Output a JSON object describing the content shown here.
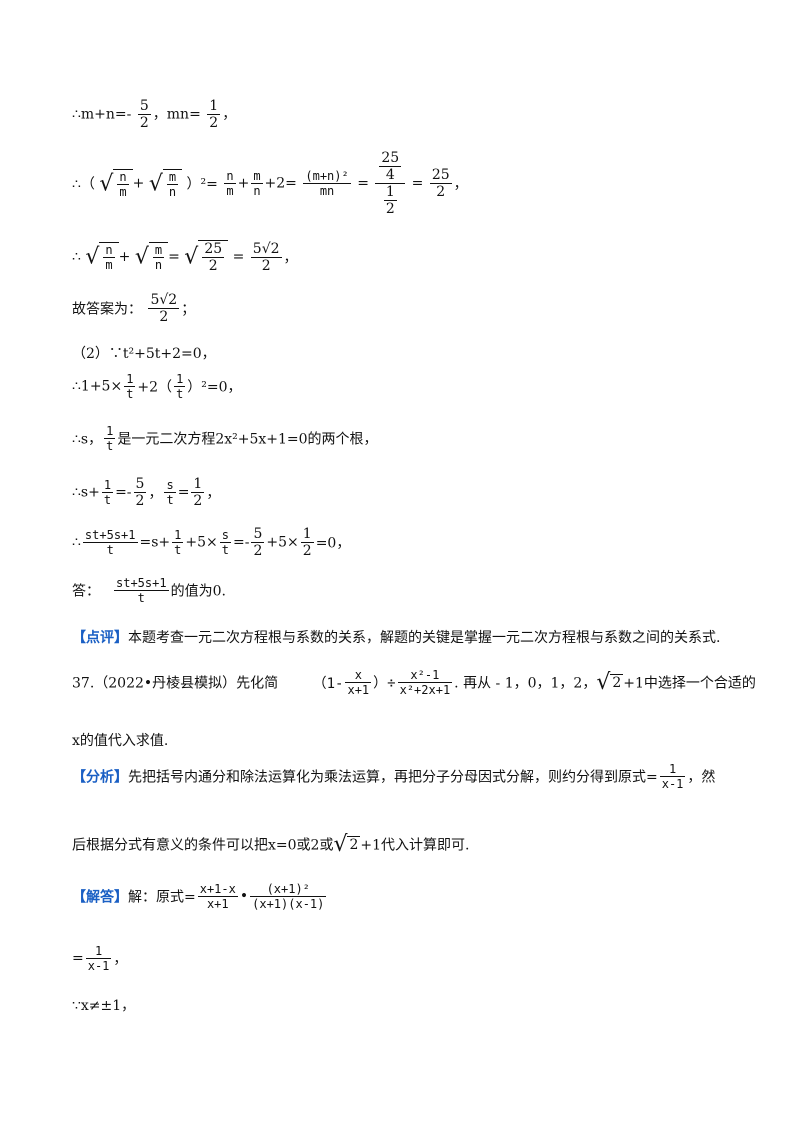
{
  "l1": {
    "prefix": "∴m+n=",
    "minus": "-",
    "a_num": "5",
    "a_den": "2",
    "mid": "，mn=",
    "b_num": "1",
    "b_den": "2",
    "end": "，"
  },
  "l2": {
    "prefix": "∴（",
    "r1_num": "n",
    "r1_den": "m",
    "plus": "+",
    "r2_num": "m",
    "r2_den": "n",
    "paren": "）²=",
    "f1_num": "n",
    "f1_den": "m",
    "plus2": "+",
    "f2_num": "m",
    "f2_den": "n",
    "plus3": "+2=",
    "f3_num": "(m+n)²",
    "f3_den": "mn",
    "eq": "=",
    "f4_num_num": "25",
    "f4_num_den": "4",
    "f4_den_num": "1",
    "f4_den_den": "2",
    "eq2": "=",
    "f5_num": "25",
    "f5_den": "2",
    "end": "，"
  },
  "l3": {
    "prefix": "∴",
    "r1_num": "n",
    "r1_den": "m",
    "plus": "+",
    "r2_num": "m",
    "r2_den": "n",
    "eq": "=",
    "r3_num": "25",
    "r3_den": "2",
    "eq2": "=",
    "f_num": "5√2",
    "f_den": "2",
    "end": "，"
  },
  "l4": {
    "prefix": "故答案为：",
    "f_num": "5√2",
    "f_den": "2",
    "end": "；"
  },
  "l5": {
    "text": "（2）∵t²+5t+2=0，"
  },
  "l6": {
    "prefix": "∴1+5×",
    "f1_num": "1",
    "f1_den": "t",
    "mid": "+2（",
    "f2_num": "1",
    "f2_den": "t",
    "end": "）²=0，"
  },
  "l7": {
    "prefix": "∴s，",
    "f_num": "1",
    "f_den": "t",
    "text": "是一元二次方程2x²+5x+1=0的两个根，"
  },
  "l8": {
    "prefix": "∴s+",
    "f1_num": "1",
    "f1_den": "t",
    "mid": "=-",
    "f2_num": "5",
    "f2_den": "2",
    "mid2": "，",
    "f3_num": "s",
    "f3_den": "t",
    "mid3": "=",
    "f4_num": "1",
    "f4_den": "2",
    "end": "，"
  },
  "l9": {
    "prefix": "∴",
    "f1_num": "st+5s+1",
    "f1_den": "t",
    "mid": "=s+",
    "f2_num": "1",
    "f2_den": "t",
    "mid2": "+5×",
    "f3_num": "s",
    "f3_den": "t",
    "mid3": "=-",
    "f4_num": "5",
    "f4_den": "2",
    "mid4": "+5×",
    "f5_num": "1",
    "f5_den": "2",
    "end": "=0，"
  },
  "l10": {
    "prefix": "答：",
    "f_num": "st+5s+1",
    "f_den": "t",
    "end": "的值为0."
  },
  "l11": {
    "tag": "【点评】",
    "text": "本题考查一元二次方程根与系数的关系，解题的关键是掌握一元二次方程根与系数之间的关系式."
  },
  "l12": {
    "prefix": "37.（2022•丹棱县模拟）先化简",
    "p1": "（1-",
    "f1_num": "x",
    "f1_den": "x+1",
    "p2": "）÷",
    "f2_num": "x²-1",
    "f2_den": "x²+2x+1",
    "mid": ". 再从 - 1，0，1，2，",
    "rad": "2",
    "end": "+1中选择一个合适的"
  },
  "l13": {
    "text": "x的值代入求值."
  },
  "l14": {
    "tag": "【分析】",
    "text": "先把括号内通分和除法运算化为乘法运算，再把分子分母因式分解，则约分得到原式=",
    "f_num": "1",
    "f_den": "x-1",
    "end": "，然"
  },
  "l15": {
    "text": "后根据分式有意义的条件可以把x=0或2或",
    "rad": "2",
    "end": "+1代入计算即可."
  },
  "l16": {
    "tag": "【解答】",
    "text": "解：原式=",
    "f1_num": "x+1-x",
    "f1_den": "x+1",
    "dot": "•",
    "f2_num": "(x+1)²",
    "f2_den": "(x+1)(x-1)"
  },
  "l17": {
    "prefix": "=",
    "f_num": "1",
    "f_den": "x-1",
    "end": "，"
  },
  "l18": {
    "text": "∵x≠±1，"
  }
}
